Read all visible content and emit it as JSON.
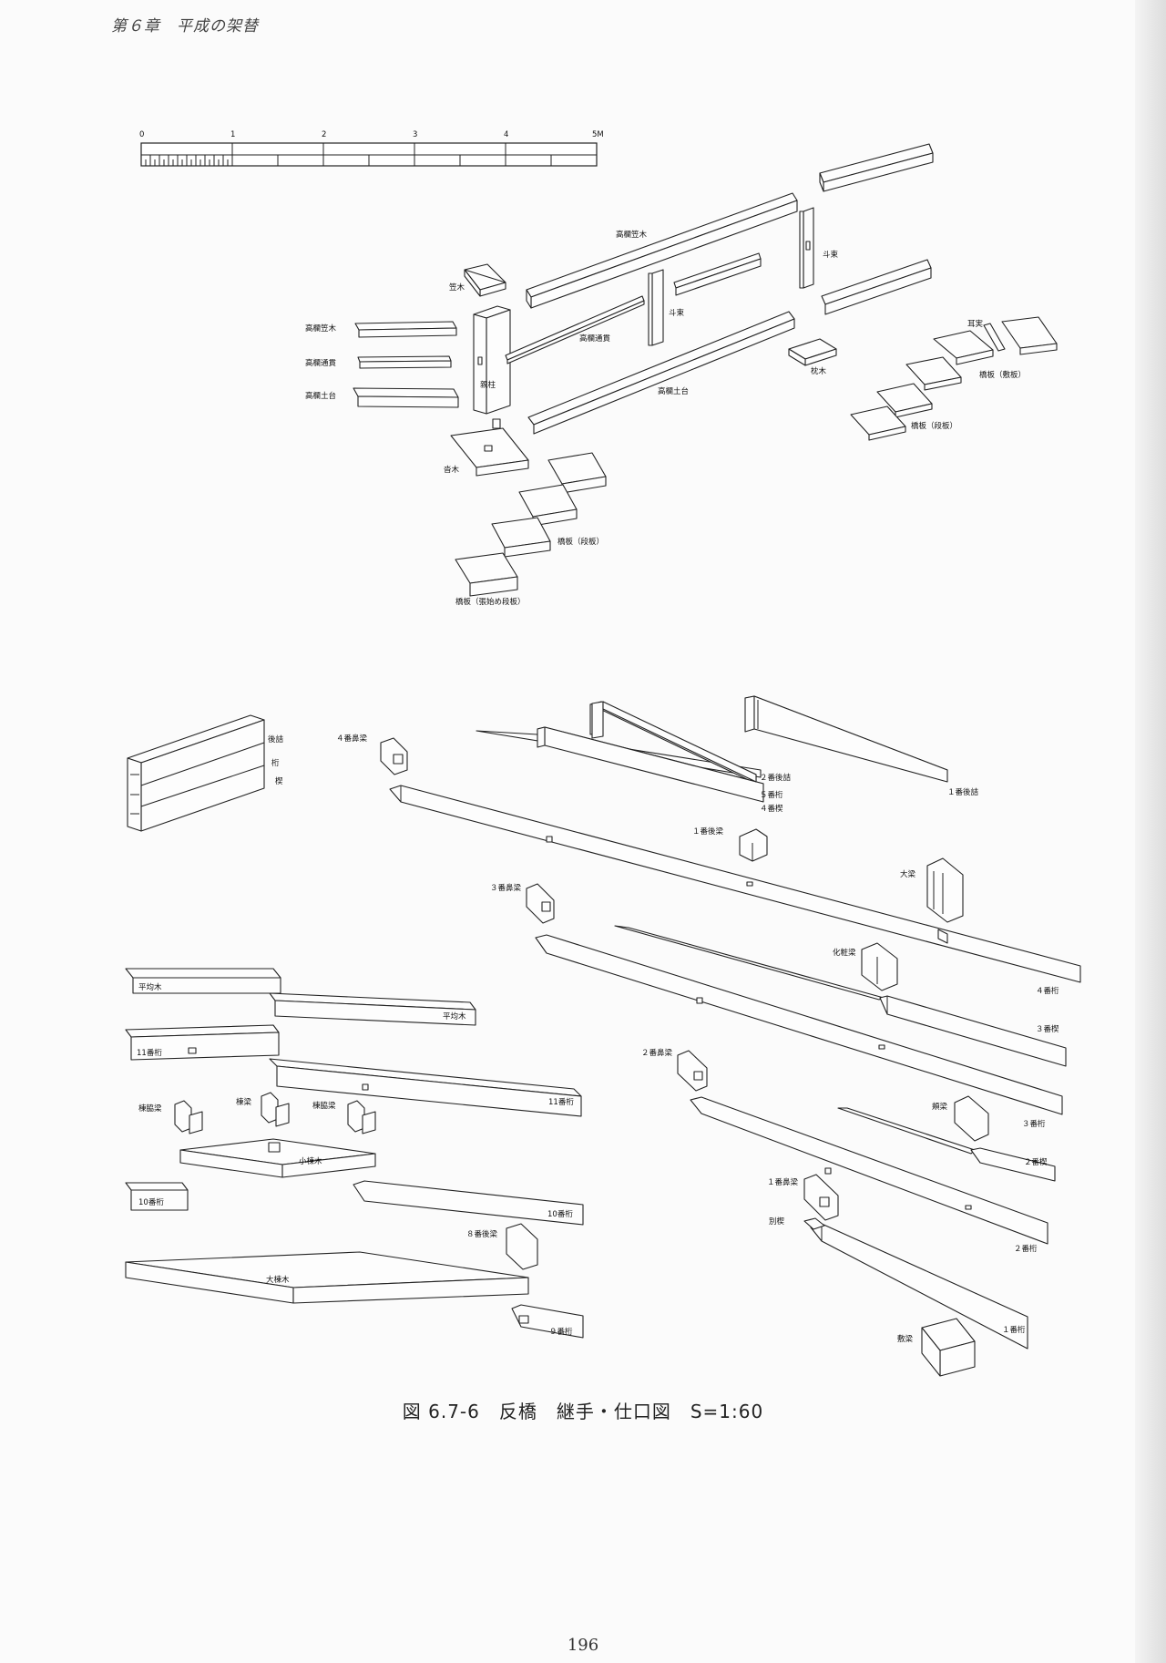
{
  "header": {
    "chapter": "第６章　平成の架替"
  },
  "scale_bar": {
    "ticks": [
      "0",
      "1",
      "2",
      "3",
      "4",
      "5M"
    ]
  },
  "labels_upper": {
    "rail_kasagi_long": "高欄笠木",
    "kasagi": "笠木",
    "rail_kasagi_short": "高欄笠木",
    "rail_tonuki_short": "高欄通貫",
    "rail_dodai_short": "高欄土台",
    "oyabashira": "親柱",
    "tsuka_left": "斗束",
    "tsuka_right": "斗束",
    "rail_tonuki_long": "高欄通貫",
    "rail_dodai_long": "高欄土台",
    "makuragi": "枕木",
    "fumigi": "沓木",
    "mimizane": "耳実",
    "hashiita_shikiita": "橋板（敷板）",
    "hashiita_danita_right": "橋板（段板）",
    "hashiita_danita_left": "橋板（段板）",
    "hashiita_harihajime": "橋板（張始め段板）"
  },
  "labels_lower": {
    "atozume": "後詰",
    "keta": "桁",
    "kusabi": "楔",
    "hanabari_4": "４番鼻梁",
    "atozume_2": "２番後詰",
    "keta_5": "５番桁",
    "kusabi_4": "４番楔",
    "atozume_1": "１番後詰",
    "atobari_1": "１番後梁",
    "oobari": "大梁",
    "hanabari_3": "３番鼻梁",
    "kesho_bari": "化粧梁",
    "keta_4": "４番桁",
    "hirakinmoku_left": "平均木",
    "hirakinmoku_right": "平均木",
    "kusabi_3": "３番楔",
    "keta_11_left": "11番桁",
    "hanabari_2": "２番鼻梁",
    "tsunagibari": "頬梁",
    "keta_3": "３番桁",
    "keta_11_right": "11番桁",
    "muneaki_left": "棟脇梁",
    "munebari": "棟梁",
    "muneaki_right": "棟脇梁",
    "komunagi": "小棟木",
    "kusabi_2": "２番楔",
    "hanabari_1": "１番鼻梁",
    "keta_10_left": "10番桁",
    "keta_10_right": "10番桁",
    "betsukusabi": "別楔",
    "keta_2": "２番桁",
    "atobari_8": "８番後梁",
    "oomunagi": "大棟木",
    "keta_1": "１番桁",
    "keta_9": "９番桁",
    "shikibari": "敷梁"
  },
  "caption": "図 6.7-6　反橋　継手・仕口図　S=1:60",
  "page_number": "196"
}
